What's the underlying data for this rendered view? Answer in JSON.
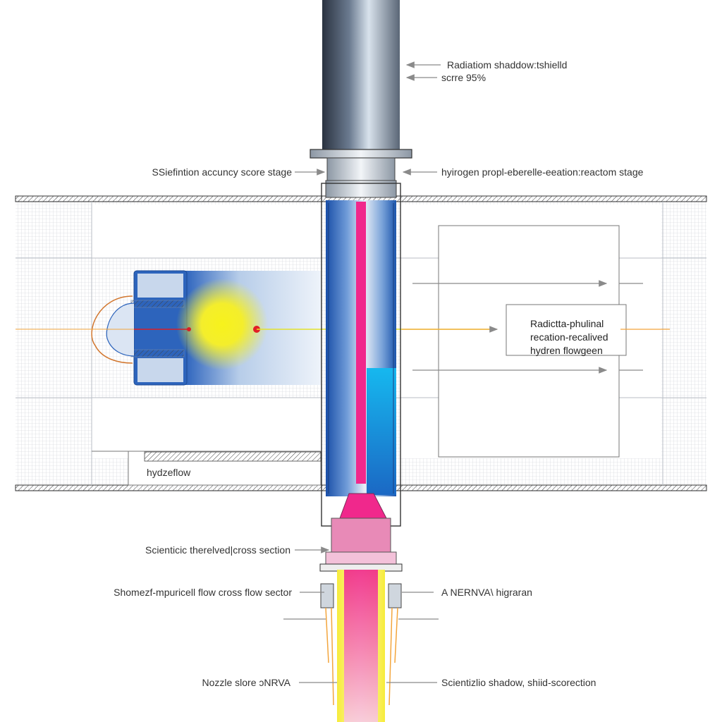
{
  "labels": {
    "radiation_shield": "Radiatiom shaddow:tshielld",
    "score": "scrre 95%",
    "left_stage": "SSiefintion accuncy score stage",
    "right_stage": "hyirogen propl-eberelle-eeation:reactom stage",
    "side_note_line1": "Radictta-phulinal",
    "side_note_line2": "recation-recalived",
    "side_note_line3": "hydren flowgeen",
    "hydzeflow": "hydzeflow",
    "cross_section": "Scienticic therelved|cross section",
    "flow_sector": "Shomezf-mpuricell flow cross flow sector",
    "nerva": "A NERNVA\\ higraran",
    "nozzle": "Nozzle slore ɔNRVA",
    "shadow_shield": "Scientizlio shadow, shiid-scorection"
  },
  "colors": {
    "reactor_blue": "#1f5fb8",
    "core_pink": "#f0288c",
    "hydrogen_cyan": "#12a9e8",
    "glow_yellow": "#f6f21a",
    "steel": "#9aa7b5",
    "arrow_gray": "#8a8a8a",
    "exhaust_orange": "#f3a53c"
  }
}
